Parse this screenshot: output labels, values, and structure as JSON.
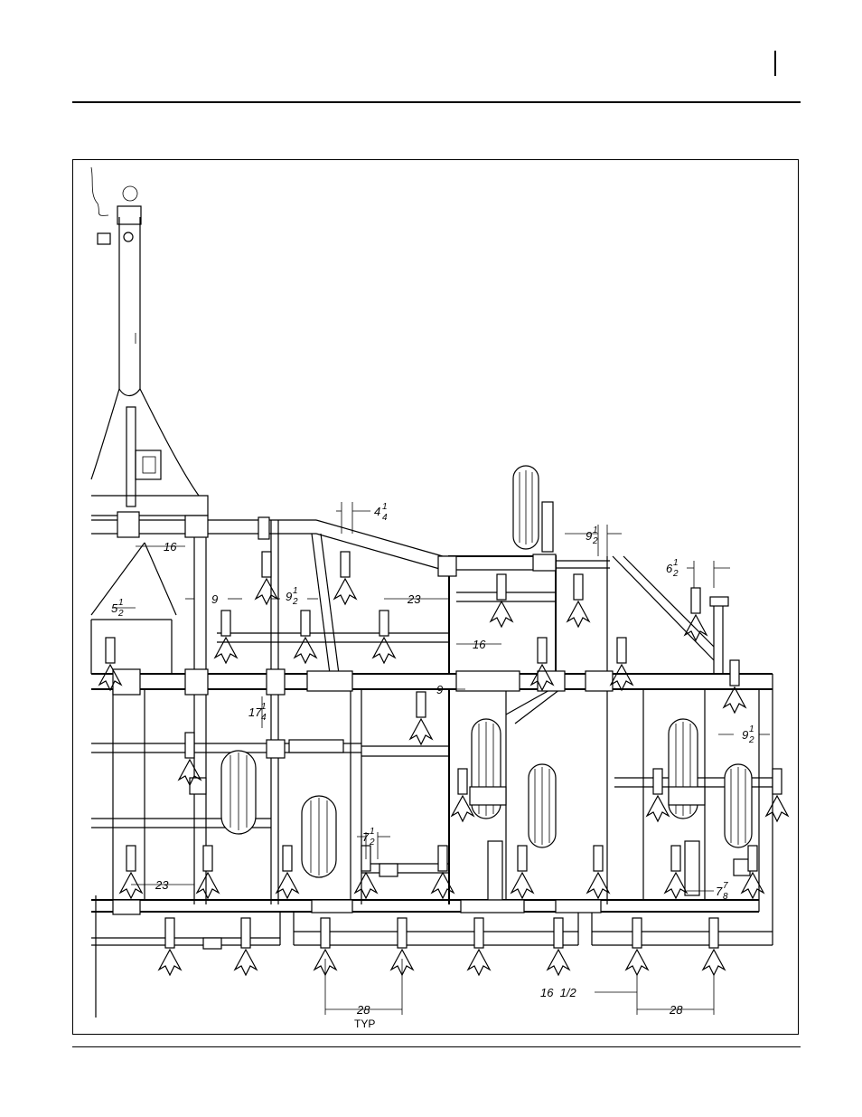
{
  "dimensions": {
    "d_4_1_4": {
      "whole": "4",
      "num": "1",
      "den": "4"
    },
    "d_9_1_2_top": {
      "whole": "9",
      "num": "1",
      "den": "2"
    },
    "d_6_1_2": {
      "whole": "6",
      "num": "1",
      "den": "2"
    },
    "d_16_top": "16",
    "d_5_1_2": {
      "whole": "5",
      "num": "1",
      "den": "2"
    },
    "d_9_left": "9",
    "d_9_1_2_left": {
      "whole": "9",
      "num": "1",
      "den": "2"
    },
    "d_23_top": "23",
    "d_16_mid": "16",
    "d_9_mid": "9",
    "d_17_1_4": {
      "whole": "17",
      "num": "1",
      "den": "4"
    },
    "d_9_1_2_right": {
      "whole": "9",
      "num": "1",
      "den": "2"
    },
    "d_7_1_2": {
      "whole": "7",
      "num": "1",
      "den": "2"
    },
    "d_23_bottom": "23",
    "d_7_7_8": {
      "whole": "7",
      "num": "7",
      "den": "8"
    },
    "d_16_1_2": "16  1/2",
    "d_28_typ": "28",
    "typ_label": "TYP",
    "d_28_right": "28"
  }
}
